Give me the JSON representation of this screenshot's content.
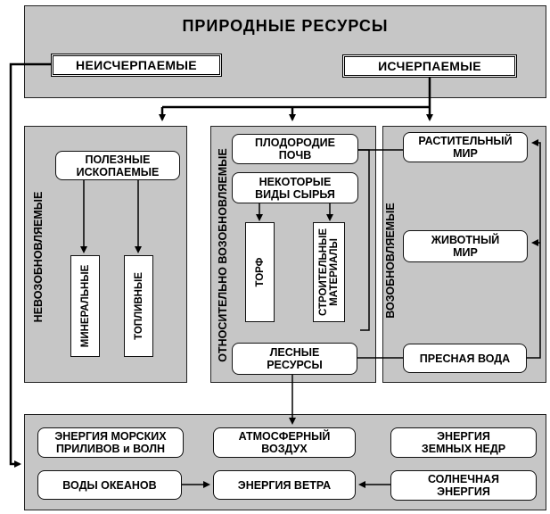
{
  "title": "ПРИРОДНЫЕ РЕСУРСЫ",
  "top": {
    "inexhaustible": "НЕИСЧЕРПАЕМЫЕ",
    "exhaustible": "ИСЧЕРПАЕМЫЕ"
  },
  "nonrenewable": {
    "label": "НЕВОЗОБНОВЛЯЕМЫЕ",
    "minerals": "ПОЛЕЗНЫЕ\nИСКОПАЕМЫЕ",
    "mineral": "МИНЕРАЛЬНЫЕ",
    "fuel": "ТОПЛИВНЫЕ"
  },
  "relatively": {
    "label": "ОТНОСИТЕЛЬНО  ВОЗОБНОВЛЯЕМЫЕ",
    "soil": "ПЛОДОРОДИЕ\nПОЧВ",
    "raw": "НЕКОТОРЫЕ\nВИДЫ СЫРЬЯ",
    "peat": "ТОРФ",
    "building": "СТРОИТЕЛЬНЫЕ\nМАТЕРИАЛЫ",
    "forest": "ЛЕСНЫЕ\nРЕСУРСЫ"
  },
  "renewable": {
    "label": "ВОЗОБНОВЛЯЕМЫЕ",
    "plant": "РАСТИТЕЛЬНЫЙ\nМИР",
    "animal": "ЖИВОТНЫЙ\nМИР",
    "water": "ПРЕСНАЯ ВОДА"
  },
  "bottom": {
    "tides": "ЭНЕРГИЯ МОРСКИХ\nПРИЛИВОВ и ВОЛН",
    "air": "АТМОСФЕРНЫЙ\nВОЗДУХ",
    "earth": "ЭНЕРГИЯ\nЗЕМНЫХ НЕДР",
    "oceans": "ВОДЫ ОКЕАНОВ",
    "wind": "ЭНЕРГИЯ ВЕТРА",
    "solar": "СОЛНЕЧНАЯ\nЭНЕРГИЯ"
  }
}
